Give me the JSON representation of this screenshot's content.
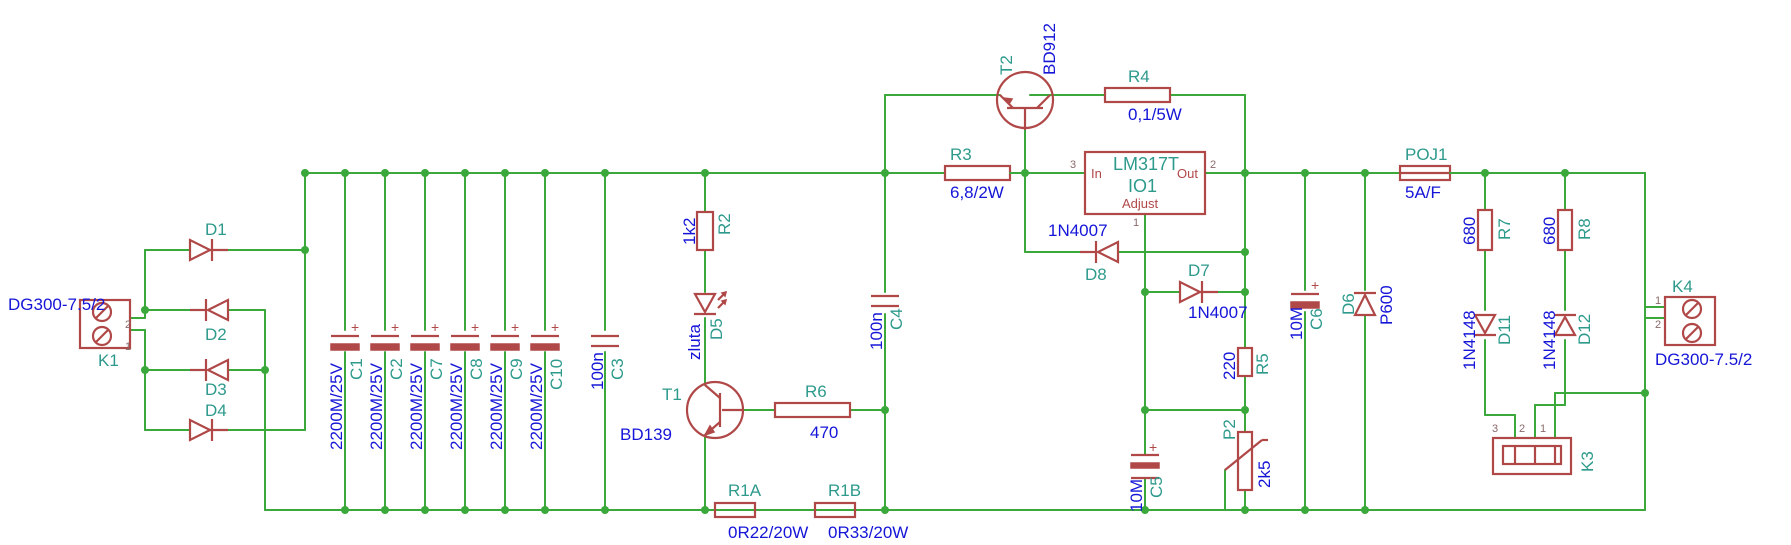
{
  "components": {
    "K1": {
      "name": "K1",
      "value": "DG300-7.5/2",
      "pin1": "1",
      "pin2": "2"
    },
    "K4": {
      "name": "K4",
      "value": "DG300-7.5/2",
      "pin1": "1",
      "pin2": "2"
    },
    "K3": {
      "name": "K3",
      "pin1": "1",
      "pin2": "2",
      "pin3": "3"
    },
    "D1": {
      "name": "D1"
    },
    "D2": {
      "name": "D2"
    },
    "D3": {
      "name": "D3"
    },
    "D4": {
      "name": "D4"
    },
    "C1": {
      "name": "C1",
      "value": "2200M/25V"
    },
    "C2": {
      "name": "C2",
      "value": "2200M/25V"
    },
    "C7": {
      "name": "C7",
      "value": "2200M/25V"
    },
    "C8": {
      "name": "C8",
      "value": "2200M/25V"
    },
    "C9": {
      "name": "C9",
      "value": "2200M/25V"
    },
    "C10": {
      "name": "C10",
      "value": "2200M/25V"
    },
    "C3": {
      "name": "C3",
      "value": "100n"
    },
    "C4": {
      "name": "C4",
      "value": "100n"
    },
    "C5": {
      "name": "C5",
      "value": "10M"
    },
    "C6": {
      "name": "C6",
      "value": "10M"
    },
    "R2": {
      "name": "R2",
      "value": "1k2"
    },
    "D5": {
      "name": "D5",
      "value": "zluta"
    },
    "T1": {
      "name": "T1",
      "value": "BD139"
    },
    "R6": {
      "name": "R6",
      "value": "470"
    },
    "R1A": {
      "name": "R1A",
      "value": "0R22/20W"
    },
    "R1B": {
      "name": "R1B",
      "value": "0R33/20W"
    },
    "T2": {
      "name": "T2",
      "value": "BD912"
    },
    "R4": {
      "name": "R4",
      "value": "0,1/5W"
    },
    "R3": {
      "name": "R3",
      "value": "6,8/2W"
    },
    "IO1": {
      "name": "IO1",
      "value": "LM317T",
      "pin_in": "In",
      "pin_out": "Out",
      "pin_adj": "Adjust",
      "pin1": "1",
      "pin2": "2",
      "pin3": "3"
    },
    "D8": {
      "name": "D8",
      "value": "1N4007"
    },
    "D7": {
      "name": "D7",
      "value": "1N4007"
    },
    "R5": {
      "name": "R5",
      "value": "220"
    },
    "P2": {
      "name": "P2",
      "value": "2k5"
    },
    "D6": {
      "name": "D6",
      "value": "P600"
    },
    "POJ1": {
      "name": "POJ1",
      "value": "5A/F"
    },
    "R7": {
      "name": "R7",
      "value": "680"
    },
    "R8": {
      "name": "R8",
      "value": "680"
    },
    "D11": {
      "name": "D11",
      "value": "1N4148"
    },
    "D12": {
      "name": "D12",
      "value": "1N4148"
    }
  },
  "colors": {
    "wire": "#3aa83a",
    "component": "#b04848",
    "part_name": "#2e9a8c",
    "part_value": "#1515d8",
    "pin_label": "#8a6a6a"
  }
}
